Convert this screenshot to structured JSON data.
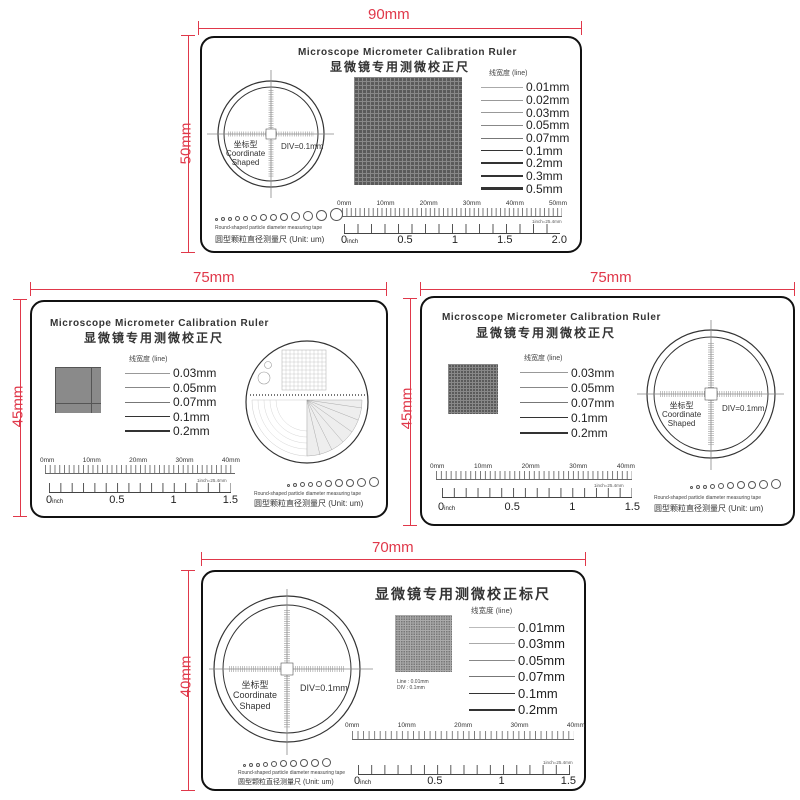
{
  "cards": [
    {
      "id": "card-90x50",
      "width_label": "90mm",
      "height_label": "50mm",
      "title_en": "Microscope Micrometer Calibration Ruler",
      "title_cn": "显微镜专用测微校正尺",
      "reticle": {
        "label_cn": "坐标型",
        "label_en_1": "Coordinate",
        "label_en_2": "Shaped",
        "div": "DIV=0.1mm"
      },
      "line_width": {
        "header": "线宽度 (line)",
        "items": [
          "0.01mm",
          "0.02mm",
          "0.03mm",
          "0.05mm",
          "0.07mm",
          "0.1mm",
          "0.2mm",
          "0.3mm",
          "0.5mm"
        ]
      },
      "mm_ruler": [
        "0mm",
        "10mm",
        "20mm",
        "30mm",
        "40mm",
        "50mm"
      ],
      "inch_ruler": {
        "zero": "0",
        "unit": "inch",
        "labels": [
          "0.5",
          "1",
          "1.5",
          "2.0"
        ],
        "note": "1inch=25.4mm"
      },
      "particle": {
        "caption_en": "Round-shaped particle diameter measuring tape",
        "caption_cn": "圆型颗粒直径测量尺 (Unit: um)"
      }
    },
    {
      "id": "card-75x45-a",
      "width_label": "75mm",
      "height_label": "45mm",
      "title_en": "Microscope Micrometer Calibration Ruler",
      "title_cn": "显微镜专用测微校正尺",
      "line_width": {
        "header": "线宽度 (line)",
        "items": [
          "0.03mm",
          "0.05mm",
          "0.07mm",
          "0.1mm",
          "0.2mm"
        ]
      },
      "mm_ruler": [
        "0mm",
        "10mm",
        "20mm",
        "30mm",
        "40mm"
      ],
      "inch_ruler": {
        "zero": "0",
        "unit": "inch",
        "labels": [
          "0.5",
          "1",
          "1.5"
        ],
        "note": "1inch=25.4mm"
      },
      "particle": {
        "caption_en": "Round-shaped particle diameter measuring tape",
        "caption_cn": "圆型颗粒直径测量尺 (Unit: um)"
      }
    },
    {
      "id": "card-75x45-b",
      "width_label": "75mm",
      "height_label": "45mm",
      "title_en": "Microscope Micrometer Calibration Ruler",
      "title_cn": "显微镜专用测微校正尺",
      "reticle": {
        "label_cn": "坐标型",
        "label_en_1": "Coordinate",
        "label_en_2": "Shaped",
        "div": "DIV=0.1mm"
      },
      "line_width": {
        "header": "线宽度 (line)",
        "items": [
          "0.03mm",
          "0.05mm",
          "0.07mm",
          "0.1mm",
          "0.2mm"
        ]
      },
      "mm_ruler": [
        "0mm",
        "10mm",
        "20mm",
        "30mm",
        "40mm"
      ],
      "inch_ruler": {
        "zero": "0",
        "unit": "inch",
        "labels": [
          "0.5",
          "1",
          "1.5"
        ],
        "note": "1inch=25.4mm"
      },
      "particle": {
        "caption_en": "Round-shaped particle diameter measuring tape",
        "caption_cn": "圆型颗粒直径测量尺 (Unit: um)"
      }
    },
    {
      "id": "card-70x40",
      "width_label": "70mm",
      "height_label": "40mm",
      "title_cn": "显微镜专用测微校正标尺",
      "reticle": {
        "label_cn": "坐标型",
        "label_en_1": "Coordinate",
        "label_en_2": "Shaped",
        "div": "DIV=0.1mm"
      },
      "grid_note": {
        "line": "Line : 0.01mm",
        "div": "DIV : 0.1mm"
      },
      "line_width": {
        "header": "线宽度 (line)",
        "items": [
          "0.01mm",
          "0.03mm",
          "0.05mm",
          "0.07mm",
          "0.1mm",
          "0.2mm"
        ]
      },
      "mm_ruler": [
        "0mm",
        "10mm",
        "20mm",
        "30mm",
        "40mm"
      ],
      "inch_ruler": {
        "zero": "0",
        "unit": "inch",
        "labels": [
          "0.5",
          "1",
          "1.5"
        ],
        "note": "1inch=25.4mm"
      },
      "particle": {
        "caption_en": "Round-shaped particle diameter measuring tape",
        "caption_cn": "圆型颗粒直径测量尺 (Unit: um)"
      }
    }
  ],
  "colors": {
    "dimension": "#e0384a",
    "card_border": "#111111",
    "grid": "#5a5a5a"
  }
}
